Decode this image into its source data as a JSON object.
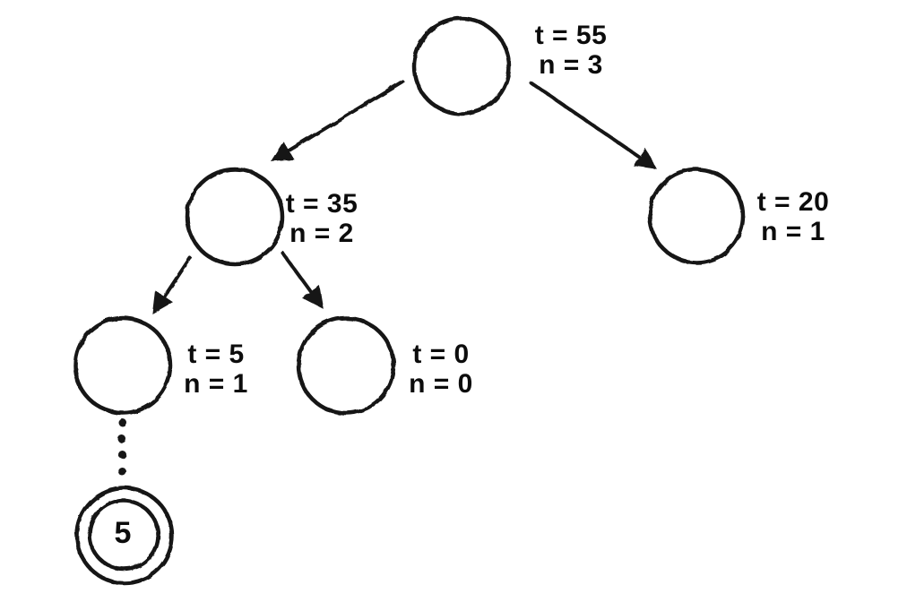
{
  "diagram": {
    "type": "tree",
    "background": "#ffffff",
    "ink_color": "#141414",
    "text_color": "#0c0c0c",
    "nodes": [
      {
        "id": "root",
        "t": "t = 55",
        "n": "n = 3"
      },
      {
        "id": "left-child",
        "t": "t = 35",
        "n": "n = 2"
      },
      {
        "id": "right-child",
        "t": "t = 20",
        "n": "n = 1"
      },
      {
        "id": "left-grandchild",
        "t": "t = 5",
        "n": "n = 1"
      },
      {
        "id": "right-grandchild",
        "t": "t = 0",
        "n": "n = 0"
      }
    ],
    "edges": [
      {
        "from": "root",
        "to": "left-child"
      },
      {
        "from": "root",
        "to": "right-child"
      },
      {
        "from": "left-child",
        "to": "left-grandchild"
      },
      {
        "from": "left-child",
        "to": "right-grandchild"
      }
    ],
    "ellipsis": {
      "between": [
        "left-grandchild",
        "terminal"
      ],
      "dots": 4
    },
    "terminal_node": {
      "id": "terminal",
      "style": "double-circle",
      "value": "5"
    }
  }
}
